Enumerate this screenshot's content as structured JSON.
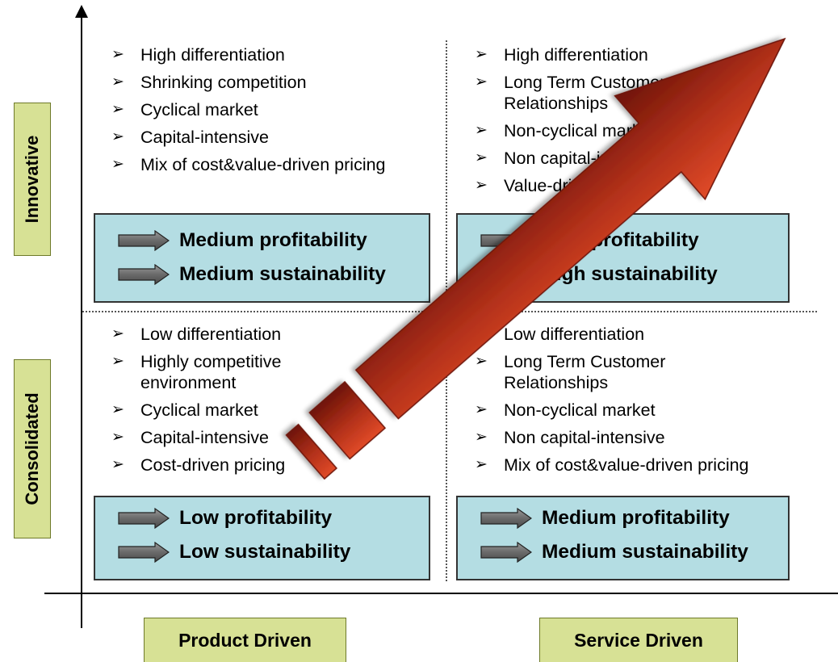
{
  "colors": {
    "result_box_fill": "#b4dde3",
    "label_box_fill": "#d7e195",
    "arrow_red": "#b03018",
    "small_arrow_gray": "#707070"
  },
  "icons": {
    "bullet": "arrowhead-bullet-icon",
    "result_pointer": "right-block-arrow-icon",
    "trend": "large-red-diagonal-arrow-icon"
  },
  "bullet_glyph": "➢",
  "y_axis": {
    "top_label": "Innovative",
    "bottom_label": "Consolidated"
  },
  "x_axis": {
    "left_label": "Product Driven",
    "right_label": "Service Driven"
  },
  "quadrants": {
    "top_left": {
      "items": [
        "High differentiation",
        "Shrinking competition",
        "Cyclical market",
        "Capital-intensive",
        "Mix of cost&value-driven pricing"
      ],
      "profitability": "Medium profitability",
      "sustainability": "Medium sustainability"
    },
    "top_right": {
      "items": [
        "High differentiation",
        "Long Term Customer Relationships",
        "Non-cyclical market",
        "Non capital-intensive",
        "Value-driven pricing"
      ],
      "profitability": "High profitability",
      "sustainability": "High sustainability"
    },
    "bottom_left": {
      "items": [
        "Low differentiation",
        "Highly competitive environment",
        "Cyclical market",
        "Capital-intensive",
        "Cost-driven pricing"
      ],
      "profitability": "Low profitability",
      "sustainability": "Low sustainability"
    },
    "bottom_right": {
      "items": [
        "Low differentiation",
        "Long Term Customer Relationships",
        "Non-cyclical market",
        "Non capital-intensive",
        "Mix of cost&value-driven pricing"
      ],
      "profitability": "Medium profitability",
      "sustainability": "Medium sustainability"
    }
  }
}
